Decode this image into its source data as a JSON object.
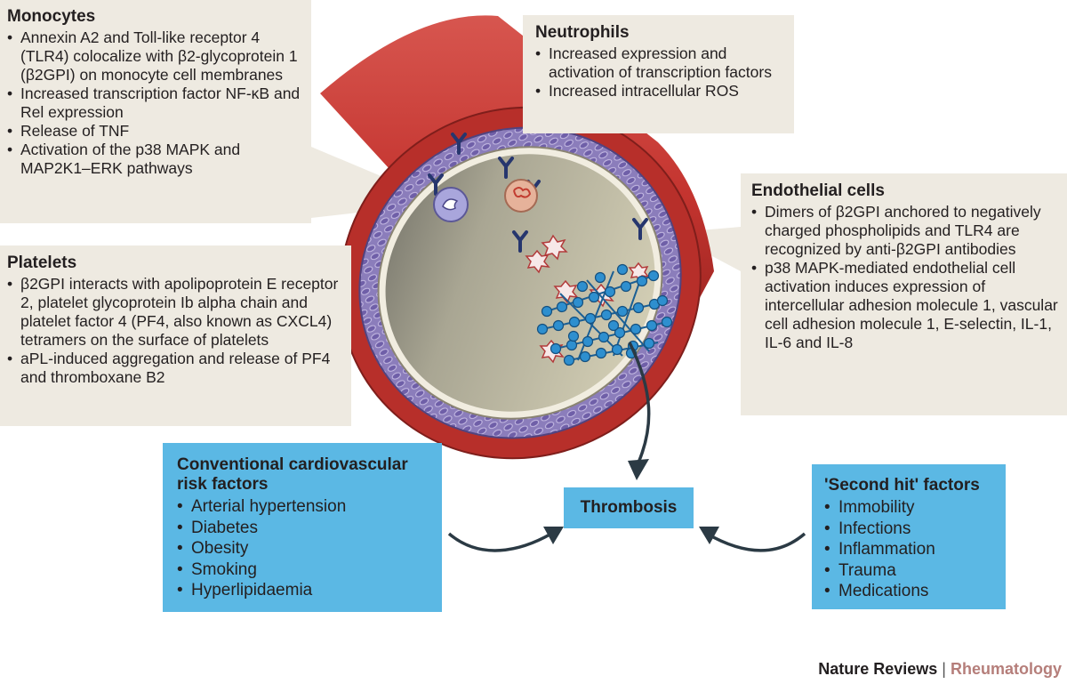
{
  "monocytes": {
    "title": "Monocytes",
    "items": [
      "Annexin A2 and Toll-like receptor 4 (TLR4) colocalize with β2-glycoprotein 1 (β2GPI) on monocyte cell membranes",
      "Increased transcription factor NF-κB and Rel expression",
      "Release of TNF",
      "Activation of the p38 MAPK and MAP2K1–ERK pathways"
    ]
  },
  "neutrophils": {
    "title": "Neutrophils",
    "items": [
      "Increased expression and activation of transcription factors",
      "Increased intracellular ROS"
    ]
  },
  "platelets": {
    "title": "Platelets",
    "items": [
      "β2GPI interacts with apolipoprotein E receptor 2, platelet glycoprotein Ib alpha chain and platelet factor 4 (PF4, also known as CXCL4) tetramers on the surface of platelets",
      "aPL-induced aggregation and release of PF4 and thromboxane B2"
    ]
  },
  "endothelial": {
    "title": "Endothelial cells",
    "items": [
      "Dimers of β2GPI anchored to negatively charged phospholipids and TLR4 are recognized by anti-β2GPI  antibodies",
      "p38 MAPK-mediated endothelial cell activation induces expression of intercellular adhesion molecule 1, vascular cell adhesion molecule 1, E-selectin, IL-1, IL-6 and IL-8"
    ]
  },
  "conventional": {
    "title": "Conventional cardiovascular risk factors",
    "items": [
      "Arterial hypertension",
      "Diabetes",
      "Obesity",
      "Smoking",
      "Hyperlipidaemia"
    ]
  },
  "thrombosis": {
    "label": "Thrombosis"
  },
  "second_hit": {
    "title": "'Second hit' factors",
    "items": [
      "Immobility",
      "Infections",
      "Inflammation",
      "Trauma",
      "Medications"
    ]
  },
  "credit": {
    "journal": "Nature Reviews",
    "separator": "|",
    "section": "Rheumatology"
  },
  "colors": {
    "panel": "#eeeae1",
    "blue_box": "#5bb8e4",
    "vessel_red": "#c4342f",
    "vessel_purple": "#8b7dbb",
    "lumen": "#d6d1b3",
    "clot_blue": "#2e8fcf",
    "arrow": "#2b3a44",
    "credit_accent": "#b57e7a"
  }
}
